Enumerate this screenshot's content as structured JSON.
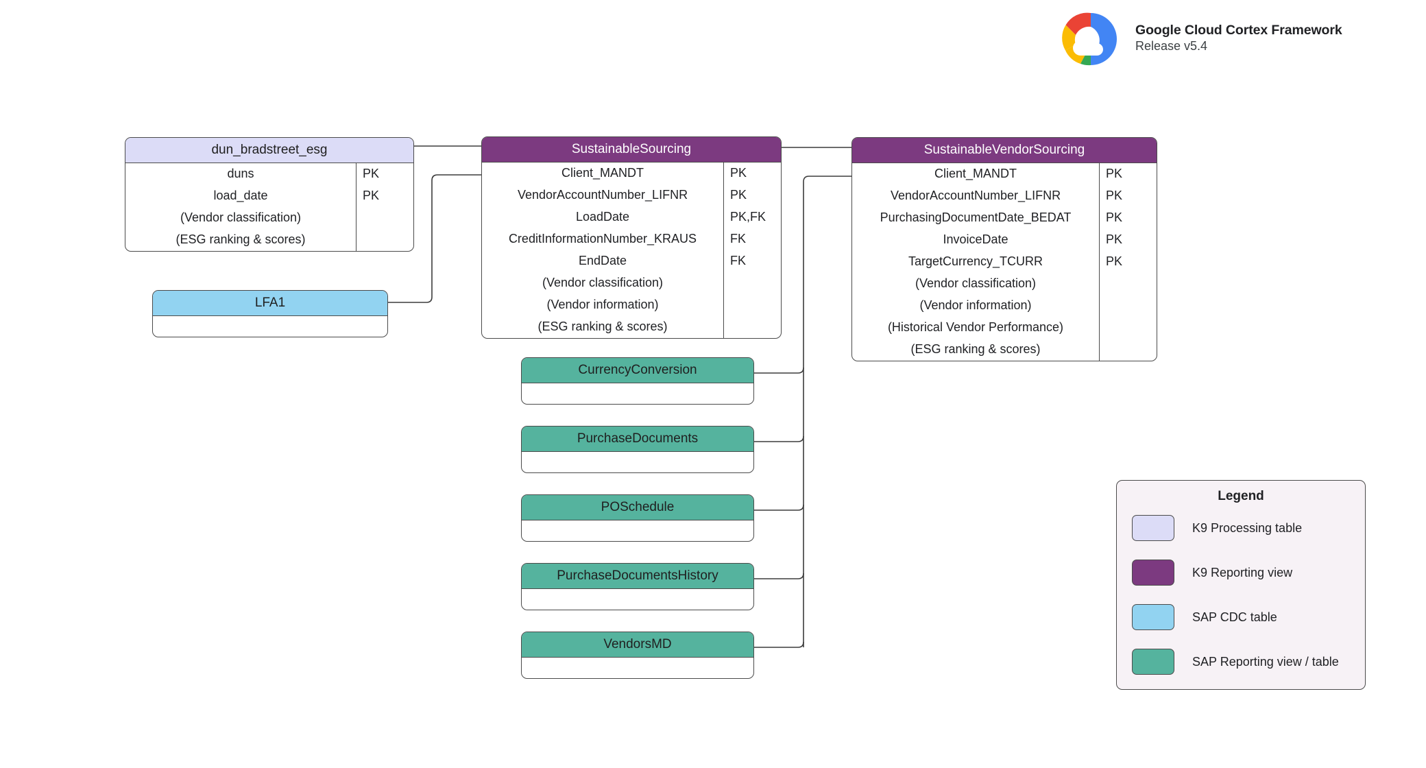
{
  "brand": {
    "logo_icon": "google-cloud-logo",
    "title": "Google Cloud Cortex Framework",
    "release": "Release v5.4"
  },
  "entities": [
    {
      "id": "dun_bradstreet_esg",
      "name": "dun_bradstreet_esg",
      "type": "K9 Processing table",
      "fields": [
        {
          "name": "duns",
          "key": "PK"
        },
        {
          "name": "load_date",
          "key": "PK"
        },
        {
          "name": "(Vendor classification)",
          "key": ""
        },
        {
          "name": "(ESG ranking & scores)",
          "key": ""
        }
      ]
    },
    {
      "id": "sustainable_sourcing",
      "name": "SustainableSourcing",
      "type": "K9 Reporting view",
      "fields": [
        {
          "name": "Client_MANDT",
          "key": "PK"
        },
        {
          "name": "VendorAccountNumber_LIFNR",
          "key": "PK"
        },
        {
          "name": "LoadDate",
          "key": "PK,FK"
        },
        {
          "name": "CreditInformationNumber_KRAUS",
          "key": "FK"
        },
        {
          "name": "EndDate",
          "key": "FK"
        },
        {
          "name": "(Vendor classification)",
          "key": ""
        },
        {
          "name": "(Vendor information)",
          "key": ""
        },
        {
          "name": "(ESG ranking & scores)",
          "key": ""
        }
      ]
    },
    {
      "id": "sustainable_vendor_sourcing",
      "name": "SustainableVendorSourcing",
      "type": "K9 Reporting view",
      "fields": [
        {
          "name": "Client_MANDT",
          "key": "PK"
        },
        {
          "name": "VendorAccountNumber_LIFNR",
          "key": "PK"
        },
        {
          "name": "PurchasingDocumentDate_BEDAT",
          "key": "PK"
        },
        {
          "name": "InvoiceDate",
          "key": "PK"
        },
        {
          "name": "TargetCurrency_TCURR",
          "key": "PK"
        },
        {
          "name": "(Vendor classification)",
          "key": ""
        },
        {
          "name": "(Vendor information)",
          "key": ""
        },
        {
          "name": "(Historical Vendor Performance)",
          "key": ""
        },
        {
          "name": "(ESG ranking & scores)",
          "key": ""
        }
      ]
    },
    {
      "id": "lfa1",
      "name": "LFA1",
      "type": "SAP CDC table",
      "fields": []
    },
    {
      "id": "currency_conversion",
      "name": "CurrencyConversion",
      "type": "SAP Reporting view / table",
      "fields": []
    },
    {
      "id": "purchase_documents",
      "name": "PurchaseDocuments",
      "type": "SAP Reporting view / table",
      "fields": []
    },
    {
      "id": "po_schedule",
      "name": "POSchedule",
      "type": "SAP Reporting view / table",
      "fields": []
    },
    {
      "id": "purchase_documents_history",
      "name": "PurchaseDocumentsHistory",
      "type": "SAP Reporting view / table",
      "fields": []
    },
    {
      "id": "vendors_md",
      "name": "VendorsMD",
      "type": "SAP Reporting view / table",
      "fields": []
    }
  ],
  "legend": {
    "title": "Legend",
    "items": [
      {
        "label": "K9 Processing table",
        "color": "#dcdcf7"
      },
      {
        "label": "K9 Reporting view",
        "color": "#7c3a80"
      },
      {
        "label": "SAP CDC table",
        "color": "#92d3f1"
      },
      {
        "label": "SAP Reporting view / table",
        "color": "#55b39e"
      }
    ]
  }
}
